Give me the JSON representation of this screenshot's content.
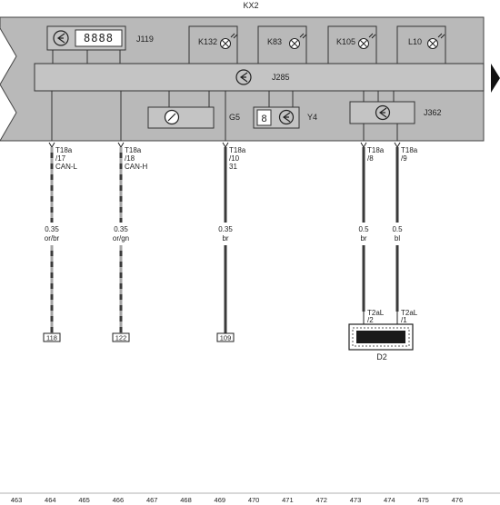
{
  "header": {
    "title": "KX2"
  },
  "components": {
    "J119": "J119",
    "K132": "K132",
    "K83": "K83",
    "K105": "K105",
    "L10": "L10",
    "J285": "J285",
    "G5": "G5",
    "Y4": "Y4",
    "J362": "J362",
    "D2": "D2",
    "display_digits": "8888",
    "y4_digit": "8"
  },
  "wires": [
    {
      "pin": "T18a",
      "pin_no": "/17",
      "signal": "CAN-L",
      "size": "0.35",
      "color": "or/br",
      "ref": "118",
      "pattern": "dashed"
    },
    {
      "pin": "T18a",
      "pin_no": "/18",
      "signal": "CAN-H",
      "size": "0.35",
      "color": "or/gn",
      "ref": "122",
      "pattern": "dashed"
    },
    {
      "pin": "T18a",
      "pin_no": "/10",
      "signal": "31",
      "size": "0.35",
      "color": "br",
      "ref": "109",
      "pattern": "solid"
    },
    {
      "pin": "T18a",
      "pin_no": "/8",
      "signal": "",
      "size": "0.5",
      "color": "br",
      "end_pin": "T2aL",
      "end_no": "/2",
      "pattern": "solid"
    },
    {
      "pin": "T18a",
      "pin_no": "/9",
      "signal": "",
      "size": "0.5",
      "color": "bl",
      "end_pin": "T2aL",
      "end_no": "/1",
      "pattern": "solid"
    }
  ],
  "footer": {
    "columns": [
      "463",
      "464",
      "465",
      "466",
      "467",
      "468",
      "469",
      "470",
      "471",
      "472",
      "473",
      "474",
      "475",
      "476"
    ]
  }
}
